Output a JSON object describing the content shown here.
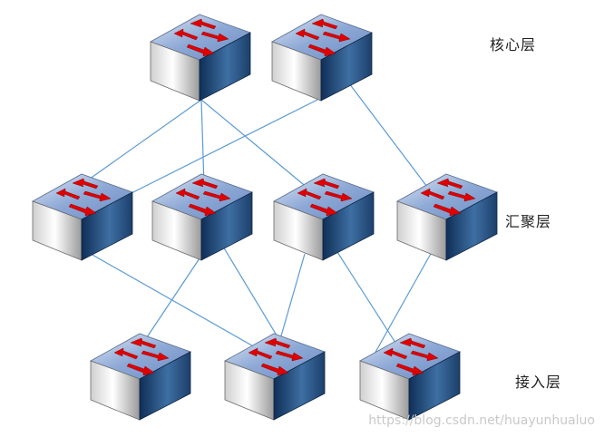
{
  "layers": {
    "core_label": "核心层",
    "aggregation_label": "汇聚层",
    "access_label": "接入层"
  },
  "watermark": "https://blog.csdn.net/huayunhualuo",
  "colors": {
    "link_line": "#5b9bd5",
    "switch_top_edge": "#c8d4ea",
    "switch_top_center": "#7f9fd0",
    "switch_front_light": "#f2f2f2",
    "switch_front_dark": "#8c8c8c",
    "switch_side_light": "#3e6fa3",
    "switch_side_dark": "#0f2f57",
    "arrow_red": "#e00000"
  },
  "nodes": [
    {
      "id": "core-1",
      "layer": "core"
    },
    {
      "id": "core-2",
      "layer": "core"
    },
    {
      "id": "agg-1",
      "layer": "aggregation"
    },
    {
      "id": "agg-2",
      "layer": "aggregation"
    },
    {
      "id": "agg-3",
      "layer": "aggregation"
    },
    {
      "id": "agg-4",
      "layer": "aggregation"
    },
    {
      "id": "access-1",
      "layer": "access"
    },
    {
      "id": "access-2",
      "layer": "access"
    },
    {
      "id": "access-3",
      "layer": "access"
    }
  ],
  "links": [
    [
      "core-1",
      "agg-1"
    ],
    [
      "core-1",
      "agg-2"
    ],
    [
      "core-1",
      "agg-3"
    ],
    [
      "core-2",
      "agg-1"
    ],
    [
      "core-2",
      "agg-4"
    ],
    [
      "agg-1",
      "access-2"
    ],
    [
      "agg-2",
      "access-1"
    ],
    [
      "agg-2",
      "access-2"
    ],
    [
      "agg-3",
      "access-2"
    ],
    [
      "agg-3",
      "access-3"
    ],
    [
      "agg-4",
      "access-3"
    ]
  ]
}
